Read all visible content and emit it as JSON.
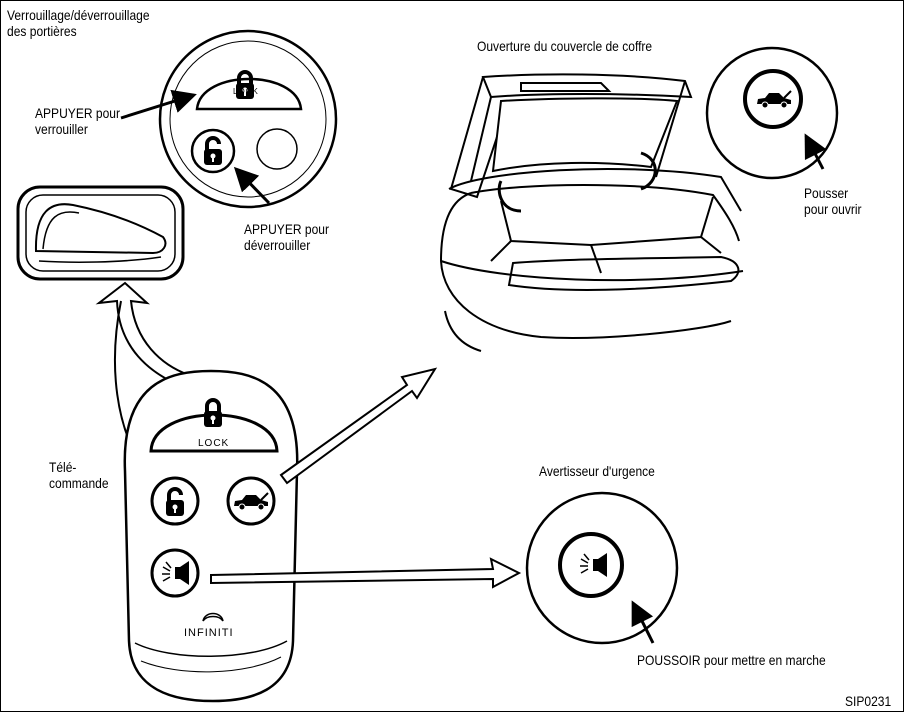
{
  "labels": {
    "door_lock_title": "Verrouillage/déverrouillage\ndes portières",
    "press_lock": "APPUYER pour\nverrouiller",
    "press_unlock": "APPUYER pour\ndéverrouiller",
    "trunk_title": "Ouverture du couvercle de coffre",
    "push_open": "Pousser\npour ouvrir",
    "remote": "Télé-\ncommande",
    "panic_title": "Avertisseur d'urgence",
    "panic_push": "POUSSOIR pour mettre en marche",
    "figure_code": "SIP0231"
  },
  "remote": {
    "lock_text": "LOCK",
    "brand": "INFINITI"
  },
  "icons": [
    "lock-icon",
    "unlock-icon",
    "trunk-car-icon",
    "horn-icon",
    "infiniti-logo-icon",
    "pointer-arrow-icon"
  ],
  "colors": {
    "ink": "#000000",
    "paper": "#ffffff"
  }
}
